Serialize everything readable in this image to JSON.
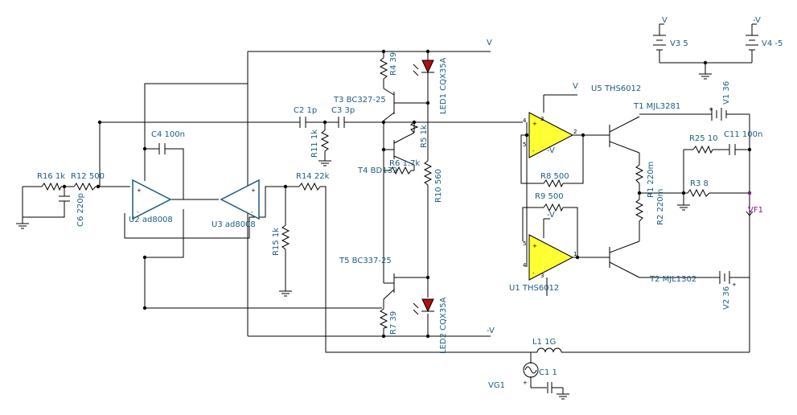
{
  "supplies": {
    "v3_node": "V",
    "v3_label": "V3 5",
    "v4_node": "-V",
    "v4_label": "V4 -5"
  },
  "nets": {
    "v_rail": "V",
    "nv_rail": "-V",
    "u5_v": "V",
    "u5_nv": "-V",
    "u1_nv": "-V"
  },
  "components": {
    "r16": "R16 1k",
    "r12": "R12 500",
    "c6": "C6 220p",
    "c4": "C4 100n",
    "u2": "U2 ad8008",
    "u3": "U3 ad8008",
    "r14": "R14 22k",
    "r15": "R15 1k",
    "c2": "C2 1p",
    "c3": "C3 3p",
    "r11": "R11 1k",
    "r4": "R4 39",
    "led1": "LED1 CQX35A",
    "t3": "T3 BC327-25",
    "r5": "R5 1k",
    "r6": "R6 1.7k",
    "t4": "T4 BD139",
    "r10": "R10 560",
    "t5": "T5 BC337-25",
    "r7": "R7 39",
    "led2": "LED2 CQX35A",
    "u5": "U5 THS6012",
    "r8": "R8 500",
    "r9": "R9 500",
    "u1": "U1 THS6012",
    "t1": "T1 MJL3281",
    "t2": "T2 MJL1302",
    "r1": "R1 220m",
    "r2": "R2 220m",
    "r25": "R25 10",
    "c11": "C11 100n",
    "r3": "R3 8",
    "v1": "V1 36",
    "v2": "V2 36",
    "vf1": "VF1",
    "l1": "L1 1G",
    "c1": "C1 1",
    "vg1": "VG1"
  },
  "pins": {
    "p4": "4",
    "p3": "3",
    "p2": "2",
    "p5": "5",
    "p1": "1",
    "plus": "+",
    "minus": "-"
  }
}
